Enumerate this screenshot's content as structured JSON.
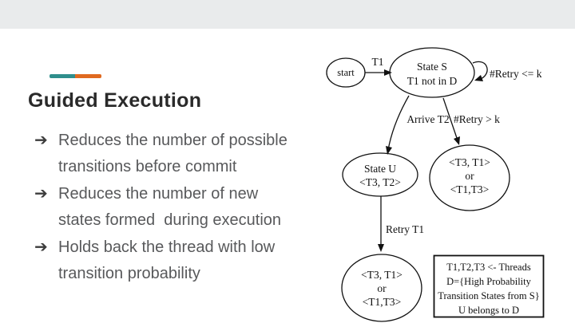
{
  "slide": {
    "title": "Guided Execution",
    "bullet_glyph": "➔",
    "accent_teal": "#2f8e8c",
    "accent_orange": "#e06a20",
    "bullets": [
      {
        "line1": "Reduces the number of possible",
        "line2": "transitions before commit"
      },
      {
        "line1": "Reduces the number of new",
        "line2": "states formed  during execution"
      },
      {
        "line1": "Holds back the thread with low",
        "line2": "transition probability"
      }
    ]
  },
  "diagram": {
    "states": {
      "start": {
        "label": "start"
      },
      "state_s": {
        "line1": "State S",
        "line2": "T1 not in D"
      },
      "state_u": {
        "line1": "State U",
        "line2": "<T3, T2>"
      },
      "retry_exceeded": {
        "line1": "<T3, T1>",
        "line2": "or",
        "line3": "<T1,T3>"
      },
      "final_state": {
        "line1": "<T3, T1>",
        "line2": "or",
        "line3": "<T1,T3>"
      }
    },
    "transitions": {
      "t1": "T1",
      "retry_le_k": "#Retry <= k",
      "arrive_t2": "Arrive T2",
      "retry_gt_k": "#Retry > k",
      "retry_t1": "Retry T1"
    },
    "legend": {
      "line1": "T1,T2,T3  <- Threads",
      "line2": "D={High Probability",
      "line3": "Transition States from S}",
      "line4": "U belongs to D"
    }
  }
}
